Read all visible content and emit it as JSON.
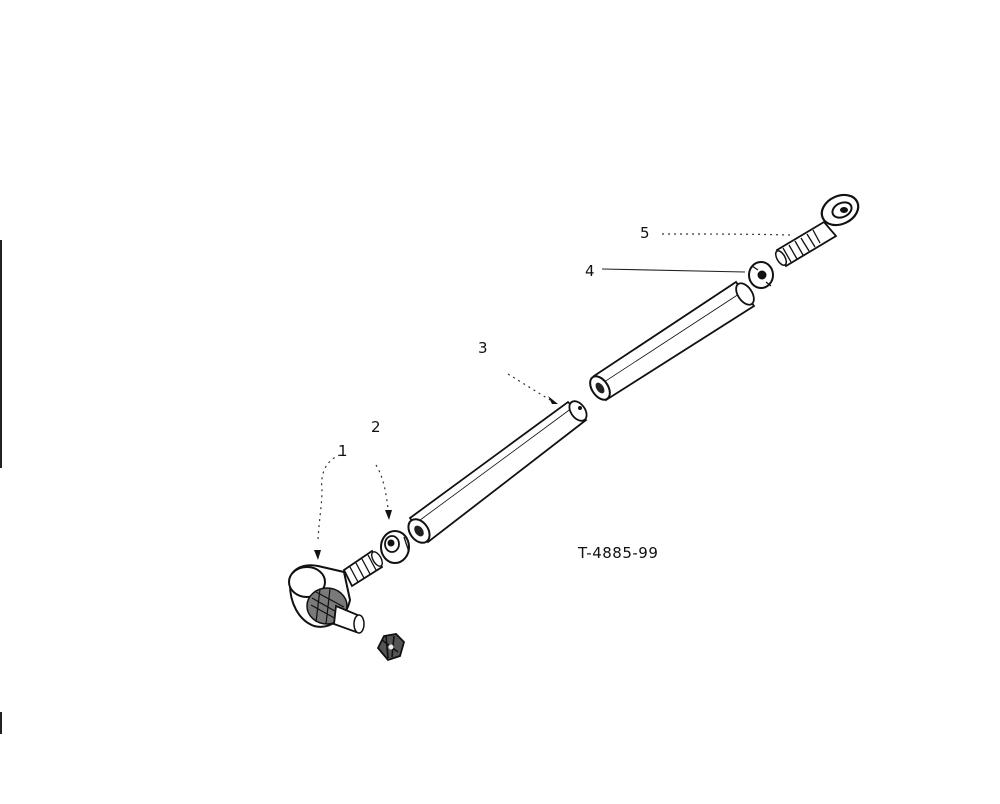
{
  "callouts": {
    "c1": "1",
    "c2": "2",
    "c3": "3",
    "c4": "4",
    "c5": "5"
  },
  "drawing_number": "T-4885-99",
  "parts": [
    {
      "callout": "1",
      "icon": "ball-joint-tie-rod-end-icon"
    },
    {
      "callout": "2",
      "icon": "jam-nut-icon"
    },
    {
      "callout": "3",
      "icon": "tube-icon"
    },
    {
      "callout": "4",
      "icon": "jam-nut-icon"
    },
    {
      "callout": "5",
      "icon": "eye-rod-end-icon"
    }
  ],
  "colors": {
    "ink": "#111111",
    "paper": "#ffffff"
  }
}
